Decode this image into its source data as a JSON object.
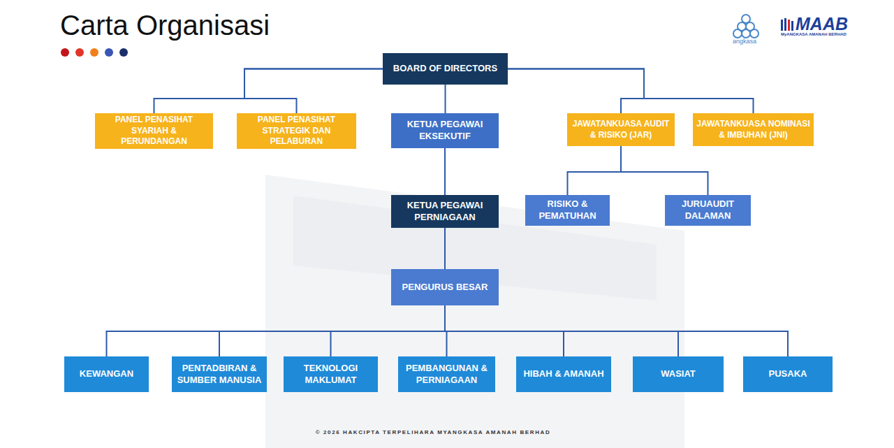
{
  "diagram": {
    "title": "Carta Organisasi",
    "caption": "© 2026 HAKCIPTA TERPELIHARA MYANGKASA AMANAH BERHAD",
    "nodes": [
      {
        "text": [
          "BOARD OF DIRECTORS"
        ]
      },
      {
        "text": [
          "PANEL PENASIHAT SYARIAH & PERUNDANGAN"
        ]
      },
      {
        "text": [
          "PANEL PENASIHAT STRATEGIK DAN PELABURAN"
        ]
      },
      {
        "text": [
          "KETUA PEGAWAI EKSEKUTIF"
        ]
      },
      {
        "text": [
          "JAWATANKUASA AUDIT & RISIKO (JAR)"
        ]
      },
      {
        "text": [
          "JAWATANKUASA NOMINASI & IMBUHAN (JNI)"
        ]
      },
      {
        "text": [
          "KETUA PEGAWAI PERNIAGAAN"
        ]
      },
      {
        "text": [
          "RISIKO & PEMATUHAN"
        ]
      },
      {
        "text": [
          "JURUAUDIT DALAMAN"
        ]
      },
      {
        "text": [
          "PENGURUS BESAR"
        ]
      },
      {
        "text": [
          "KEWANGAN"
        ]
      },
      {
        "text": [
          "PENTADBIRAN & SUMBER MANUSIA"
        ]
      },
      {
        "text": [
          "TEKNOLOGI MAKLUMAT"
        ]
      },
      {
        "text": [
          "PEMBANGUNAN & PERNIAGAAN"
        ]
      },
      {
        "text": [
          "HIBAH & AMANAH"
        ]
      },
      {
        "text": [
          "WASIAT"
        ]
      },
      {
        "text": [
          "PUSAKA"
        ]
      }
    ],
    "edges": [
      {
        "from": 0,
        "to": 1,
        "arrow": "none"
      },
      {
        "from": 0,
        "to": 2,
        "arrow": "none"
      },
      {
        "from": 0,
        "to": 3,
        "arrow": "none"
      },
      {
        "from": 0,
        "to": 4,
        "arrow": "none"
      },
      {
        "from": 0,
        "to": 5,
        "arrow": "none"
      },
      {
        "from": 3,
        "to": 6,
        "arrow": "none"
      },
      {
        "from": 4,
        "to": 7,
        "arrow": "none"
      },
      {
        "from": 4,
        "to": 8,
        "arrow": "none"
      },
      {
        "from": 6,
        "to": 9,
        "arrow": "none"
      },
      {
        "from": 9,
        "to": 10,
        "arrow": "none"
      },
      {
        "from": 9,
        "to": 11,
        "arrow": "none"
      },
      {
        "from": 9,
        "to": 12,
        "arrow": "none"
      },
      {
        "from": 9,
        "to": 13,
        "arrow": "none"
      },
      {
        "from": 9,
        "to": 14,
        "arrow": "none"
      },
      {
        "from": 9,
        "to": 15,
        "arrow": "none"
      },
      {
        "from": 9,
        "to": 16,
        "arrow": "none"
      }
    ],
    "labels": [
      "angkasa",
      "MAAB",
      "MyANGKASA AMANAH BERHAD"
    ]
  }
}
